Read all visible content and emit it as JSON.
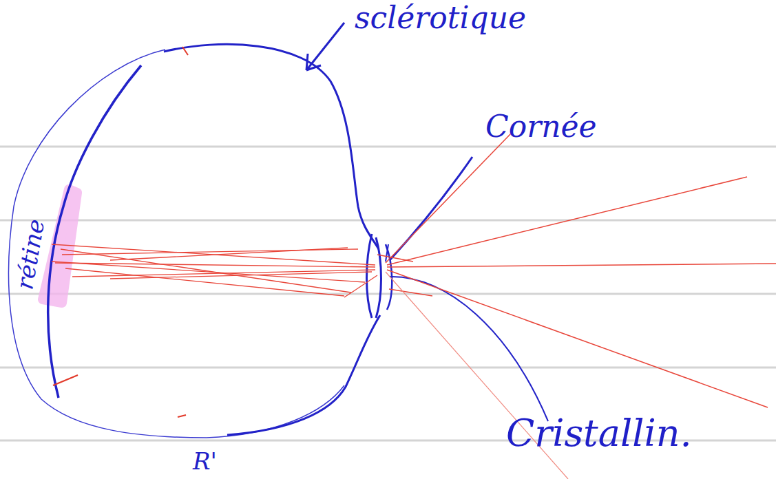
{
  "diagram": {
    "labels": [
      "sclérotique",
      "Cornée",
      "rétine",
      "Cristallin.",
      "R'"
    ]
  }
}
